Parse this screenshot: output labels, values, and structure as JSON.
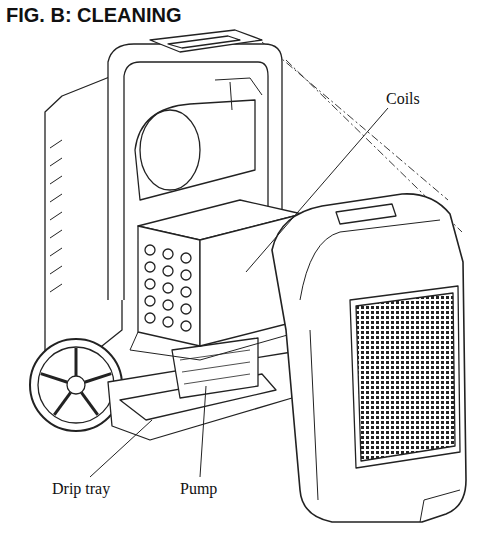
{
  "diagram": {
    "title": "FIG. B: CLEANING",
    "labels": [
      "Coils",
      "Drip tray",
      "Pump"
    ]
  }
}
